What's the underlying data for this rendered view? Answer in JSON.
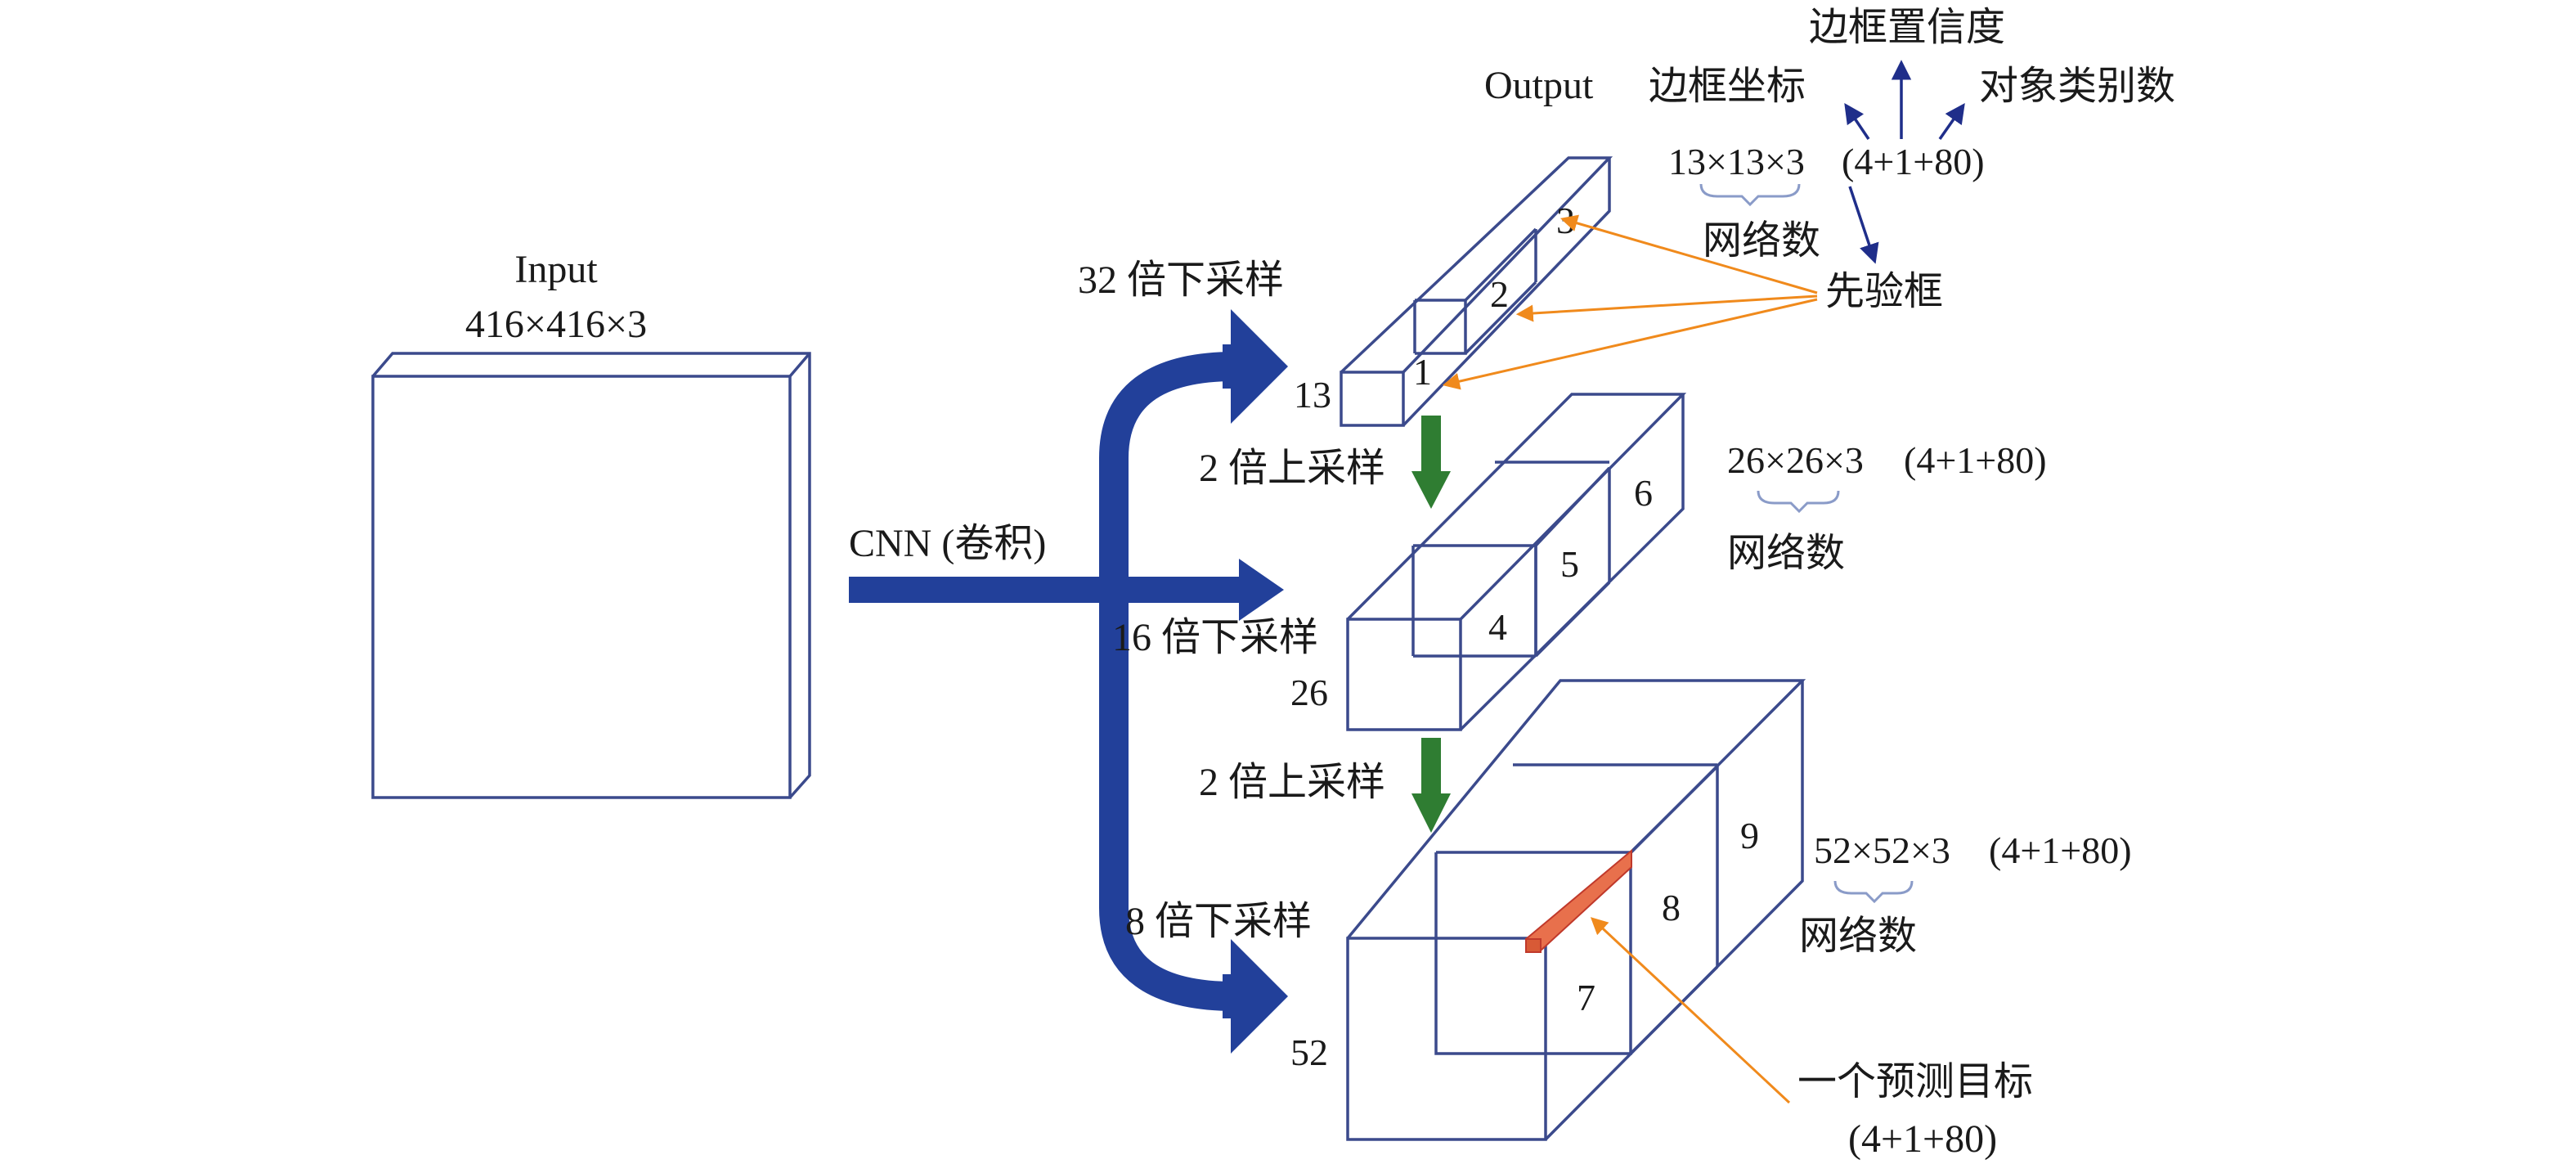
{
  "input": {
    "title": "Input",
    "size": "416×416×3"
  },
  "cnn_label": "CNN (卷积)",
  "output_label": "Output",
  "downsample": {
    "x32": "32 倍下采样",
    "x16": "16 倍下采样",
    "x8": "8 倍下采样"
  },
  "upsample": {
    "first": "2 倍上采样",
    "second": "2 倍上采样"
  },
  "grid_sizes": {
    "s13": "13",
    "s26": "26",
    "s52": "52"
  },
  "anchors": [
    "1",
    "2",
    "3",
    "4",
    "5",
    "6",
    "7",
    "8",
    "9"
  ],
  "scale_13": {
    "grid": "13×13×3",
    "channels": "(4+1+80)",
    "grid_note": "网络数",
    "bbox_coords": "边框坐标",
    "bbox_confidence": "边框置信度",
    "class_count": "对象类别数",
    "prior_box": "先验框"
  },
  "scale_26": {
    "grid": "26×26×3",
    "channels": "(4+1+80)",
    "grid_note": "网络数"
  },
  "scale_52": {
    "grid": "52×52×3",
    "channels": "(4+1+80)",
    "grid_note": "网络数"
  },
  "prediction": {
    "label": "一个预测目标",
    "channels": "(4+1+80)"
  },
  "colors": {
    "box_stroke": "#3b4a8c",
    "main_arrow": "#22409a",
    "upsample_arrow": "#2f7d32",
    "anchor_pointer": "#f08a1c",
    "label_pointer": "#1f2e8a",
    "prediction_fill": "#e8704c"
  }
}
